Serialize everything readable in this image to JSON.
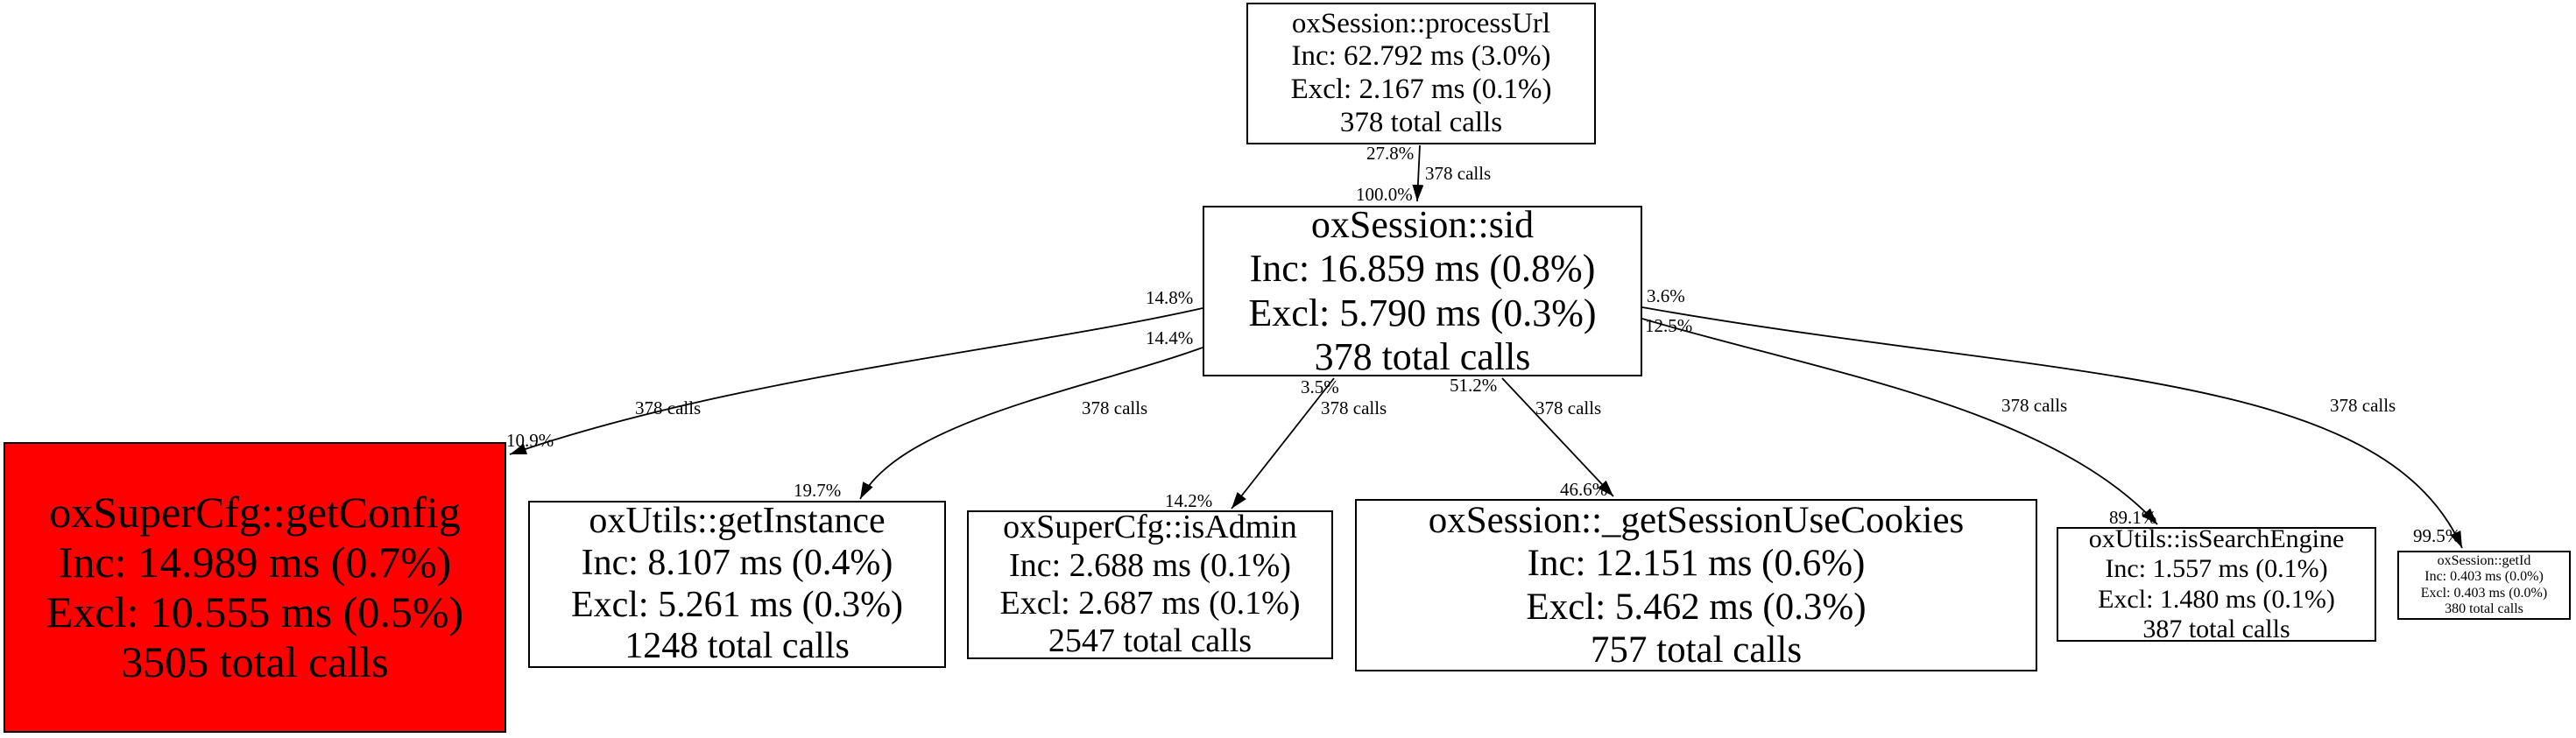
{
  "graph": {
    "type": "profiler-call-graph",
    "colors": {
      "background": "#ffffff",
      "node_fill": "#ffffff",
      "hot_node_fill": "#ff0000",
      "node_border": "#000000",
      "edge_color": "#000000",
      "text_color": "#000000"
    },
    "nodes": {
      "process_url": {
        "name": "oxSession::processUrl",
        "inc": "Inc: 62.792 ms (3.0%)",
        "excl": "Excl: 2.167 ms (0.1%)",
        "calls": "378 total calls",
        "fill": "#ffffff"
      },
      "sid": {
        "name": "oxSession::sid",
        "inc": "Inc: 16.859 ms (0.8%)",
        "excl": "Excl: 5.790 ms (0.3%)",
        "calls": "378 total calls",
        "fill": "#ffffff"
      },
      "get_config": {
        "name": "oxSuperCfg::getConfig",
        "inc": "Inc: 14.989 ms (0.7%)",
        "excl": "Excl: 10.555 ms (0.5%)",
        "calls": "3505 total calls",
        "fill": "#ff0000"
      },
      "get_instance": {
        "name": "oxUtils::getInstance",
        "inc": "Inc: 8.107 ms (0.4%)",
        "excl": "Excl: 5.261 ms (0.3%)",
        "calls": "1248 total calls",
        "fill": "#ffffff"
      },
      "is_admin": {
        "name": "oxSuperCfg::isAdmin",
        "inc": "Inc: 2.688 ms (0.1%)",
        "excl": "Excl: 2.687 ms (0.1%)",
        "calls": "2547 total calls",
        "fill": "#ffffff"
      },
      "get_session_use_cookies": {
        "name": "oxSession::_getSessionUseCookies",
        "inc": "Inc: 12.151 ms (0.6%)",
        "excl": "Excl: 5.462 ms (0.3%)",
        "calls": "757 total calls",
        "fill": "#ffffff"
      },
      "is_search_engine": {
        "name": "oxUtils::isSearchEngine",
        "inc": "Inc: 1.557 ms (0.1%)",
        "excl": "Excl: 1.480 ms (0.1%)",
        "calls": "387 total calls",
        "fill": "#ffffff"
      },
      "get_id": {
        "name": "oxSession::getId",
        "inc": "Inc: 0.403 ms (0.0%)",
        "excl": "Excl: 0.403 ms (0.0%)",
        "calls": "380 total calls",
        "fill": "#ffffff"
      }
    },
    "edges": {
      "processurl_sid": {
        "tail_pct": "27.8%",
        "calls": "378 calls",
        "head_pct": "100.0%"
      },
      "sid_getconfig": {
        "tail_pct": "14.8%",
        "calls": "378 calls",
        "head_pct": "10.9%"
      },
      "sid_getinstance": {
        "tail_pct": "14.4%",
        "calls": "378 calls",
        "head_pct": "19.7%"
      },
      "sid_isadmin": {
        "tail_pct": "3.5%",
        "calls": "378 calls",
        "head_pct": "14.2%"
      },
      "sid_getsessionusecookies": {
        "tail_pct": "51.2%",
        "calls": "378 calls",
        "head_pct": "46.6%"
      },
      "sid_issearchengine": {
        "tail_pct": "12.5%",
        "calls": "378 calls",
        "head_pct": "89.1%"
      },
      "sid_getid": {
        "tail_pct": "3.6%",
        "calls": "378 calls",
        "head_pct": "99.5%"
      }
    }
  }
}
